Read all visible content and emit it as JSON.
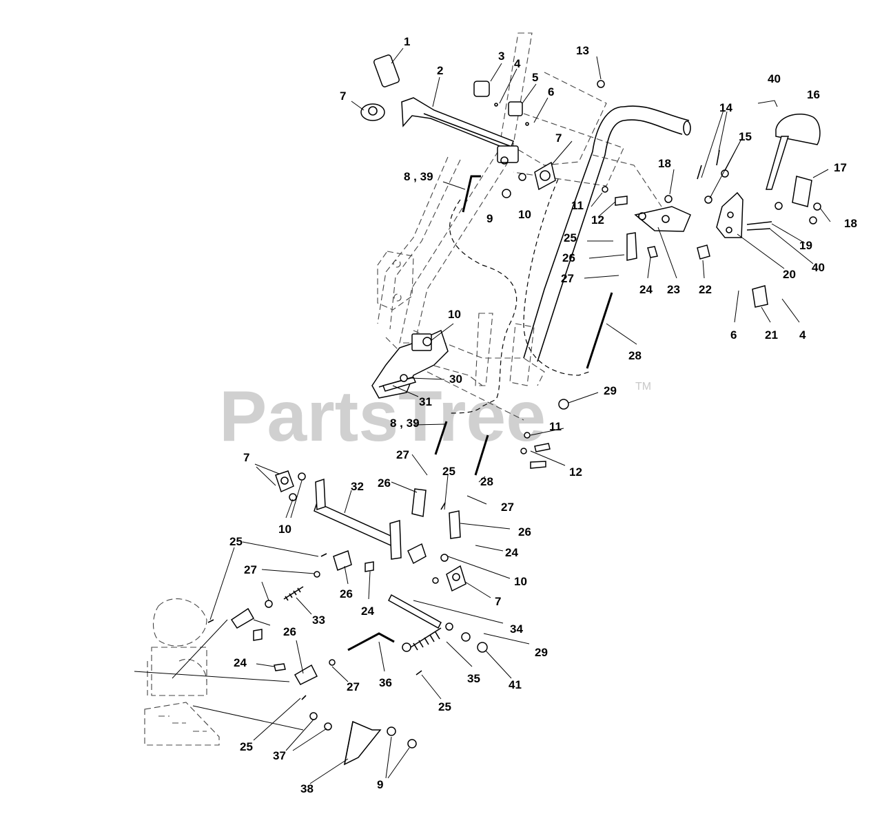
{
  "watermark": {
    "text": "PartsTree",
    "trademark": "TM"
  },
  "callouts": [
    {
      "label": "1"
    },
    {
      "label": "2"
    },
    {
      "label": "3"
    },
    {
      "label": "4"
    },
    {
      "label": "5"
    },
    {
      "label": "6"
    },
    {
      "label": "7"
    },
    {
      "label": "7"
    },
    {
      "label": "8 , 39"
    },
    {
      "label": "9"
    },
    {
      "label": "10"
    },
    {
      "label": "13"
    },
    {
      "label": "11"
    },
    {
      "label": "12"
    },
    {
      "label": "18"
    },
    {
      "label": "40"
    },
    {
      "label": "16"
    },
    {
      "label": "14"
    },
    {
      "label": "15"
    },
    {
      "label": "17"
    },
    {
      "label": "18"
    },
    {
      "label": "19"
    },
    {
      "label": "40"
    },
    {
      "label": "20"
    },
    {
      "label": "25"
    },
    {
      "label": "26"
    },
    {
      "label": "27"
    },
    {
      "label": "24"
    },
    {
      "label": "23"
    },
    {
      "label": "22"
    },
    {
      "label": "6"
    },
    {
      "label": "21"
    },
    {
      "label": "4"
    },
    {
      "label": "28"
    },
    {
      "label": "10"
    },
    {
      "label": "30"
    },
    {
      "label": "31"
    },
    {
      "label": "29"
    },
    {
      "label": "8 , 39"
    },
    {
      "label": "11"
    },
    {
      "label": "12"
    },
    {
      "label": "7"
    },
    {
      "label": "27"
    },
    {
      "label": "25"
    },
    {
      "label": "32"
    },
    {
      "label": "26"
    },
    {
      "label": "28"
    },
    {
      "label": "27"
    },
    {
      "label": "10"
    },
    {
      "label": "26"
    },
    {
      "label": "24"
    },
    {
      "label": "25"
    },
    {
      "label": "10"
    },
    {
      "label": "27"
    },
    {
      "label": "7"
    },
    {
      "label": "26"
    },
    {
      "label": "24"
    },
    {
      "label": "33"
    },
    {
      "label": "34"
    },
    {
      "label": "26"
    },
    {
      "label": "29"
    },
    {
      "label": "24"
    },
    {
      "label": "27"
    },
    {
      "label": "36"
    },
    {
      "label": "35"
    },
    {
      "label": "41"
    },
    {
      "label": "25"
    },
    {
      "label": "25"
    },
    {
      "label": "37"
    },
    {
      "label": "38"
    },
    {
      "label": "9"
    }
  ]
}
